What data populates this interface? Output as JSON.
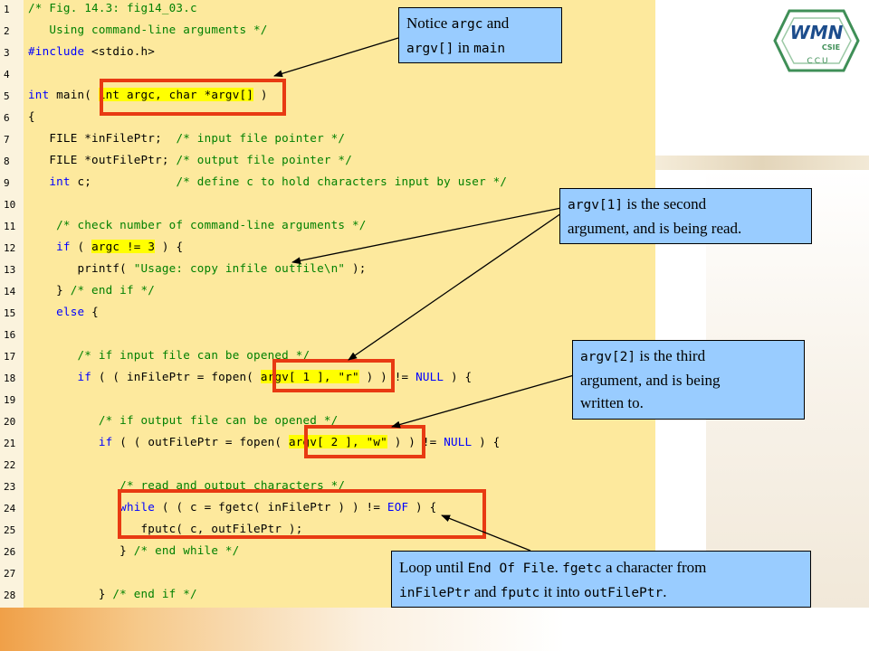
{
  "code_lines": [
    {
      "n": "1",
      "segs": [
        {
          "t": "/* Fig. 14.3: fig14_03.c",
          "c": "c"
        }
      ]
    },
    {
      "n": "2",
      "segs": [
        {
          "t": "   Using command-line arguments */",
          "c": "c"
        }
      ]
    },
    {
      "n": "3",
      "segs": [
        {
          "t": "#include ",
          "c": "k"
        },
        {
          "t": "<stdio.h>"
        }
      ]
    },
    {
      "n": "4",
      "segs": []
    },
    {
      "n": "5",
      "segs": [
        {
          "t": "int",
          "c": "k"
        },
        {
          "t": " main( "
        },
        {
          "t": "int argc, char *argv[]",
          "c": "hl"
        },
        {
          "t": " )"
        }
      ]
    },
    {
      "n": "6",
      "segs": [
        {
          "t": "{"
        }
      ]
    },
    {
      "n": "7",
      "segs": [
        {
          "t": "   FILE *inFilePtr;  "
        },
        {
          "t": "/* input file pointer */",
          "c": "c"
        }
      ]
    },
    {
      "n": "8",
      "segs": [
        {
          "t": "   FILE *outFilePtr; "
        },
        {
          "t": "/* output file pointer */",
          "c": "c"
        }
      ]
    },
    {
      "n": "9",
      "segs": [
        {
          "t": "   "
        },
        {
          "t": "int",
          "c": "k"
        },
        {
          "t": " c;            "
        },
        {
          "t": "/* define c to hold characters input by user */",
          "c": "c"
        }
      ]
    },
    {
      "n": "10",
      "segs": []
    },
    {
      "n": "11",
      "segs": [
        {
          "t": "    "
        },
        {
          "t": "/* check number of command-line arguments */",
          "c": "c"
        }
      ]
    },
    {
      "n": "12",
      "segs": [
        {
          "t": "    "
        },
        {
          "t": "if",
          "c": "k"
        },
        {
          "t": " ( "
        },
        {
          "t": "argc != 3",
          "c": "hl"
        },
        {
          "t": " ) {"
        }
      ]
    },
    {
      "n": "13",
      "segs": [
        {
          "t": "       printf( "
        },
        {
          "t": "\"Usage: copy infile outfile\\n\"",
          "c": "s"
        },
        {
          "t": " );"
        }
      ]
    },
    {
      "n": "14",
      "segs": [
        {
          "t": "    } "
        },
        {
          "t": "/* end if */",
          "c": "c"
        }
      ]
    },
    {
      "n": "15",
      "segs": [
        {
          "t": "    "
        },
        {
          "t": "else",
          "c": "k"
        },
        {
          "t": " {"
        }
      ]
    },
    {
      "n": "16",
      "segs": []
    },
    {
      "n": "17",
      "segs": [
        {
          "t": "       "
        },
        {
          "t": "/* if input file can be opened */",
          "c": "c"
        }
      ]
    },
    {
      "n": "18",
      "segs": [
        {
          "t": "       "
        },
        {
          "t": "if",
          "c": "k"
        },
        {
          "t": " ( ( inFilePtr = fopen( "
        },
        {
          "t": "argv[ 1 ], \"r\"",
          "c": "hl"
        },
        {
          "t": " ) ) != "
        },
        {
          "t": "NULL",
          "c": "k"
        },
        {
          "t": " ) {"
        }
      ]
    },
    {
      "n": "19",
      "segs": []
    },
    {
      "n": "20",
      "segs": [
        {
          "t": "          "
        },
        {
          "t": "/* if output file can be opened */",
          "c": "c"
        }
      ]
    },
    {
      "n": "21",
      "segs": [
        {
          "t": "          "
        },
        {
          "t": "if",
          "c": "k"
        },
        {
          "t": " ( ( outFilePtr = fopen( "
        },
        {
          "t": "argv[ 2 ], \"w\"",
          "c": "hl"
        },
        {
          "t": " ) ) != "
        },
        {
          "t": "NULL",
          "c": "k"
        },
        {
          "t": " ) {"
        }
      ]
    },
    {
      "n": "22",
      "segs": []
    },
    {
      "n": "23",
      "segs": [
        {
          "t": "             "
        },
        {
          "t": "/* read and output characters */",
          "c": "c"
        }
      ]
    },
    {
      "n": "24",
      "segs": [
        {
          "t": "             "
        },
        {
          "t": "while",
          "c": "k"
        },
        {
          "t": " ( ( c = fgetc( inFilePtr ) ) != "
        },
        {
          "t": "EOF",
          "c": "k"
        },
        {
          "t": " ) {"
        }
      ]
    },
    {
      "n": "25",
      "segs": [
        {
          "t": "                fputc( c, outFilePtr );"
        }
      ]
    },
    {
      "n": "26",
      "segs": [
        {
          "t": "             } "
        },
        {
          "t": "/* end while */",
          "c": "c"
        }
      ]
    },
    {
      "n": "27",
      "segs": []
    },
    {
      "n": "28",
      "segs": [
        {
          "t": "          } "
        },
        {
          "t": "/* end if */",
          "c": "c"
        }
      ]
    }
  ],
  "callouts": {
    "c1": [
      {
        "t": "Notice "
      },
      {
        "t": "argc",
        "m": 1
      },
      {
        "t": " and"
      },
      {
        "br": 1
      },
      {
        "t": "argv[]",
        "m": 1
      },
      {
        "t": " in "
      },
      {
        "t": "main",
        "m": 1
      }
    ],
    "c2": [
      {
        "t": "argv[1]",
        "m": 1
      },
      {
        "t": " is the second"
      },
      {
        "br": 1
      },
      {
        "t": "argument, and is being read."
      }
    ],
    "c3": [
      {
        "t": "argv[2]",
        "m": 1
      },
      {
        "t": " is the third"
      },
      {
        "br": 1
      },
      {
        "t": "argument, and is being"
      },
      {
        "br": 1
      },
      {
        "t": "written to."
      }
    ],
    "c4": [
      {
        "t": "Loop until "
      },
      {
        "t": "End Of File",
        "m": 1
      },
      {
        "t": ". "
      },
      {
        "t": "fgetc",
        "m": 1
      },
      {
        "t": " a character from"
      },
      {
        "br": 1
      },
      {
        "t": "inFilePtr",
        "m": 1
      },
      {
        "t": " and "
      },
      {
        "t": "fputc",
        "m": 1
      },
      {
        "t": " it into "
      },
      {
        "t": "outFilePtr",
        "m": 1
      },
      {
        "t": "."
      }
    ]
  },
  "logo": {
    "main": "WMN",
    "lab": "CSIE",
    "school": "CCU"
  },
  "colors": {
    "code_bg": "#fde99d",
    "highlight": "#ffff00",
    "box": "#e83a12",
    "callout_bg": "#99ccff",
    "comment": "#008000",
    "keyword": "#0000ff"
  }
}
